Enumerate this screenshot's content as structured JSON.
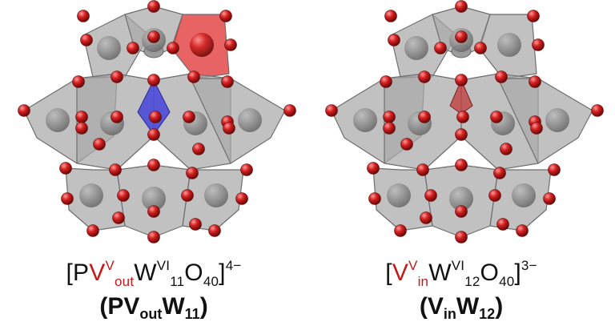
{
  "colors": {
    "polyhedron": "#a9a9a9",
    "polyhedron_edge": "#6e6e6e",
    "oxygen": "#d42020",
    "vanadium_out": "#e03030",
    "phosphorus_center": "#4a4ad8",
    "vanadium_in": "#c04040",
    "highlight_text": "#c41a1a"
  },
  "left": {
    "formula": {
      "open": "[P",
      "v": "V",
      "v_sup": "V",
      "v_sub": "out",
      "w": "W",
      "w_sup": "VI",
      "w_sub": "11",
      "o": "O",
      "o_sub": "40",
      "close": "]",
      "charge": "4−"
    },
    "label": {
      "open": "(",
      "a": "PV",
      "a_sub": "out",
      "b": "W",
      "b_sub": "11",
      "close": ")"
    }
  },
  "right": {
    "formula": {
      "open": "[",
      "v": "V",
      "v_sup": "V",
      "v_sub": "in",
      "w": "W",
      "w_sup": "VI",
      "w_sub": "12",
      "o": "O",
      "o_sub": "40",
      "close": "]",
      "charge": "3−"
    },
    "label": {
      "open": "(",
      "a": "V",
      "a_sub": "in",
      "b": "W",
      "b_sub": "12",
      "close": ")"
    }
  }
}
